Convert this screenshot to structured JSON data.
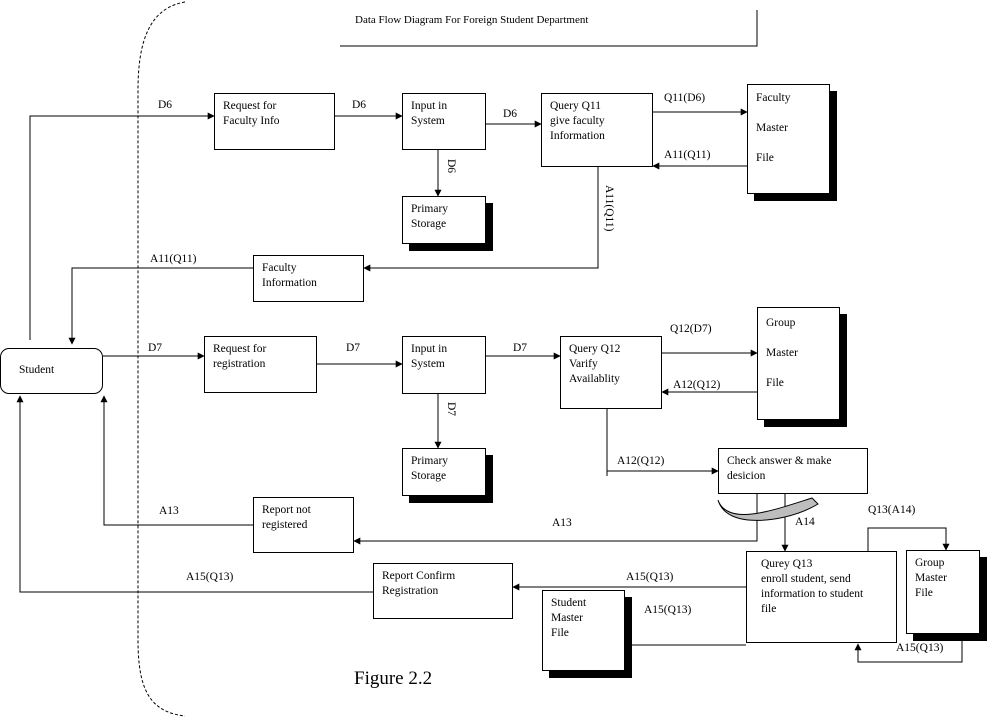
{
  "title": "Data Flow Diagram For Foreign Student Department",
  "caption": "Figure 2.2",
  "entities": {
    "student": "Student"
  },
  "processes": {
    "request_faculty": "Request for\nFaculty Info",
    "input_system_1": "Input in\nSystem",
    "query_q11": "Query Q11\ngive faculty\nInformation",
    "faculty_information": "Faculty\nInformation",
    "request_registration": "Request for\nregistration",
    "input_system_2": "Input in\nSystem",
    "query_q12": "Query Q12\nVarify\nAvailablity",
    "check_answer": "Check answer & make\ndesicion",
    "report_not_registered": "Report not\nregistered",
    "query_q13": "Qurey Q13\nenroll student, send\ninformation to student\nfile",
    "report_confirm": "Report Confirm\nRegistration"
  },
  "stores": {
    "primary_storage_1": "Primary\nStorage",
    "primary_storage_2": "Primary\nStorage",
    "faculty_master_file": [
      "Faculty",
      "Master",
      "File"
    ],
    "group_master_file_1": [
      "Group",
      "Master",
      "File"
    ],
    "group_master_file_2": "Group\nMaster\nFile",
    "student_master_file": "Student\nMaster\nFile"
  },
  "flows": {
    "d6_student": "D6",
    "d6_request": "D6",
    "d6_input": "D6",
    "d6_storage": "D6",
    "q11_d6": "Q11(D6)",
    "a11_q11_return": "A11(Q11)",
    "a11_q11_down": "A11(Q11)",
    "a11_q11_student": "A11(Q11)",
    "d7_student": "D7",
    "d7_request": "D7",
    "d7_input": "D7",
    "d7_storage": "D7",
    "q12_d7": "Q12(D7)",
    "a12_q12_return": "A12(Q12)",
    "a12_q12_check": "A12(Q12)",
    "a13_report": "A13",
    "a13_student": "A13",
    "a14": "A14",
    "q13_a14": "Q13(A14)",
    "a15_q13_report": "A15(Q13)",
    "a15_q13_student_file": "A15(Q13)",
    "a15_q13_student": "A15(Q13)",
    "a15_q13_group": "A15(Q13)"
  }
}
